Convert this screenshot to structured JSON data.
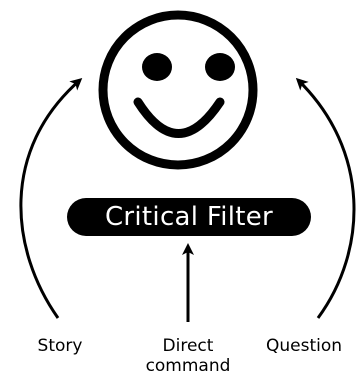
{
  "diagram": {
    "center_label": "Critical Filter",
    "inputs": [
      {
        "label": "Story"
      },
      {
        "label": "Direct command"
      },
      {
        "label": "Question"
      }
    ]
  },
  "direct_command": {
    "line1": "Direct",
    "line2": "command"
  },
  "colors": {
    "ink": "#000000",
    "background": "#ffffff"
  },
  "icons": {
    "face": "smiley-face-icon"
  }
}
